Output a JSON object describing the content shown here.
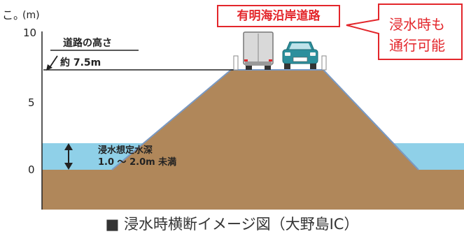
{
  "clipped_text": "こ。",
  "unit_label": "(m)",
  "y_ticks": [
    "10",
    "5",
    "0"
  ],
  "road_height": {
    "title": "道路の高さ",
    "value": "約 7.5m"
  },
  "flood_depth": {
    "line1": "浸水想定水深",
    "line2": "1.0 〜 2.0m 未満"
  },
  "road_name": "有明海沿岸道路",
  "callout": {
    "line1": "浸水時も",
    "line2": "通行可能"
  },
  "caption": "■ 浸水時横断イメージ図（大野島IC）",
  "colors": {
    "earth": "#b0875a",
    "water": "#8fd0e8",
    "road_edge": "#7a99c2",
    "accent_red": "#e3262b",
    "truck_cab": "#d9d9d9",
    "car_body": "#2c8f9c"
  }
}
